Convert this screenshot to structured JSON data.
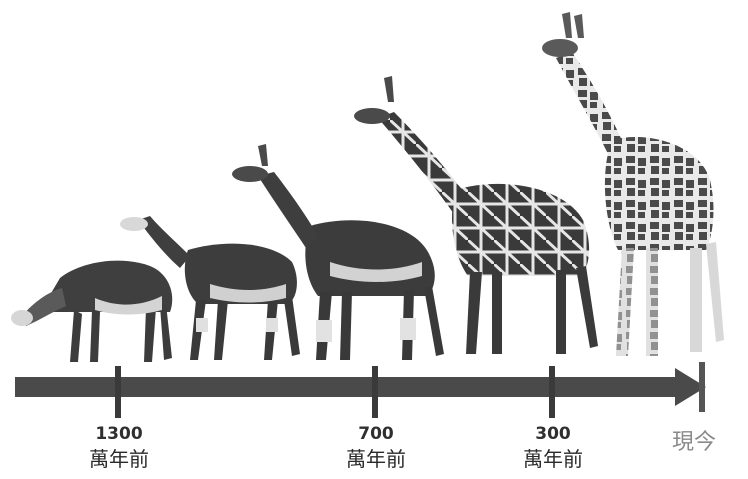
{
  "timeline": {
    "ticks": [
      {
        "number": "1300",
        "unit": "萬年前"
      },
      {
        "number": "700",
        "unit": "萬年前"
      },
      {
        "number": "300",
        "unit": "萬年前"
      }
    ],
    "end_label": "現今"
  },
  "colors": {
    "arrow": "#4a4a4a",
    "tick": "#3a3a3a",
    "animal_dark": "#3b3b3b",
    "animal_light": "#d9d9d9"
  }
}
